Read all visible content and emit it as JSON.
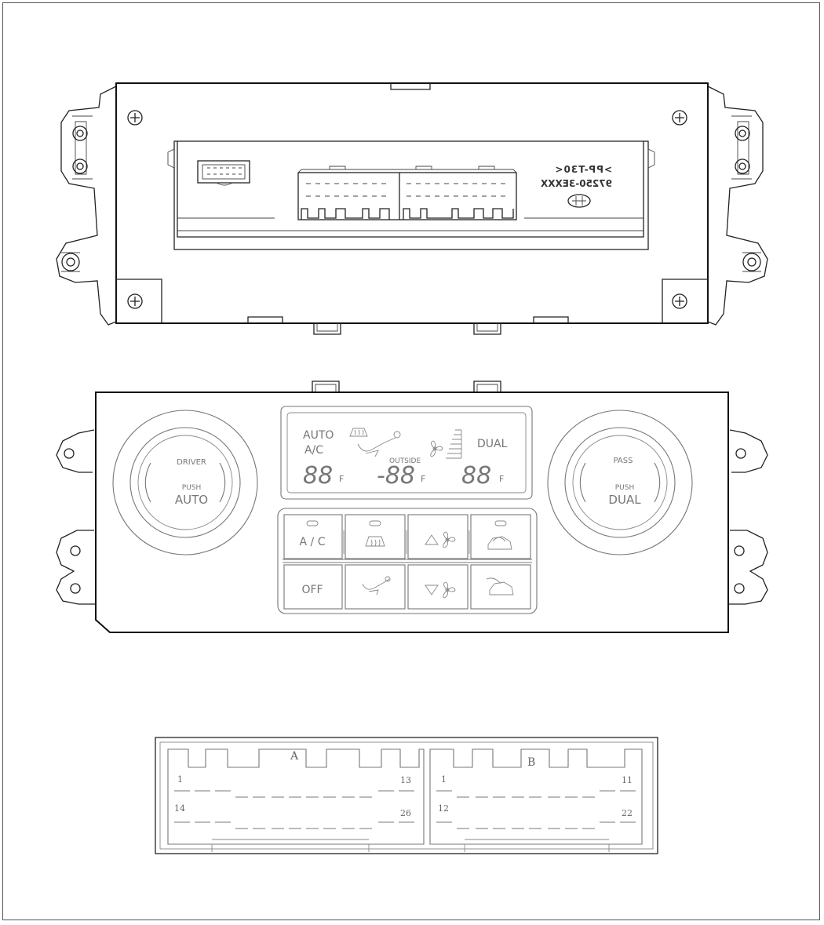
{
  "rear_unit": {
    "part_number": "97250-3EXXX",
    "material_code": ">PP-T30<"
  },
  "lcd": {
    "auto": "AUTO",
    "ac": "A/C",
    "outside": "OUTSIDE",
    "dual": "DUAL",
    "digits_left": "88",
    "digits_center": "-88",
    "digits_right": "88",
    "unit_left": "F",
    "unit_center": "F",
    "unit_right": "F"
  },
  "knobs": {
    "driver_label": "DRIVER",
    "driver_push": "PUSH",
    "driver_function": "AUTO",
    "pass_label": "PASS",
    "pass_push": "PUSH",
    "pass_function": "DUAL"
  },
  "buttons": {
    "ac": "A / C",
    "off": "OFF"
  },
  "connector_a": {
    "label": "A",
    "pin_top_first": "1",
    "pin_top_last": "13",
    "pin_bottom_first": "14",
    "pin_bottom_last": "26"
  },
  "connector_b": {
    "label": "B",
    "pin_top_first": "1",
    "pin_top_last": "11",
    "pin_bottom_first": "12",
    "pin_bottom_last": "22"
  }
}
